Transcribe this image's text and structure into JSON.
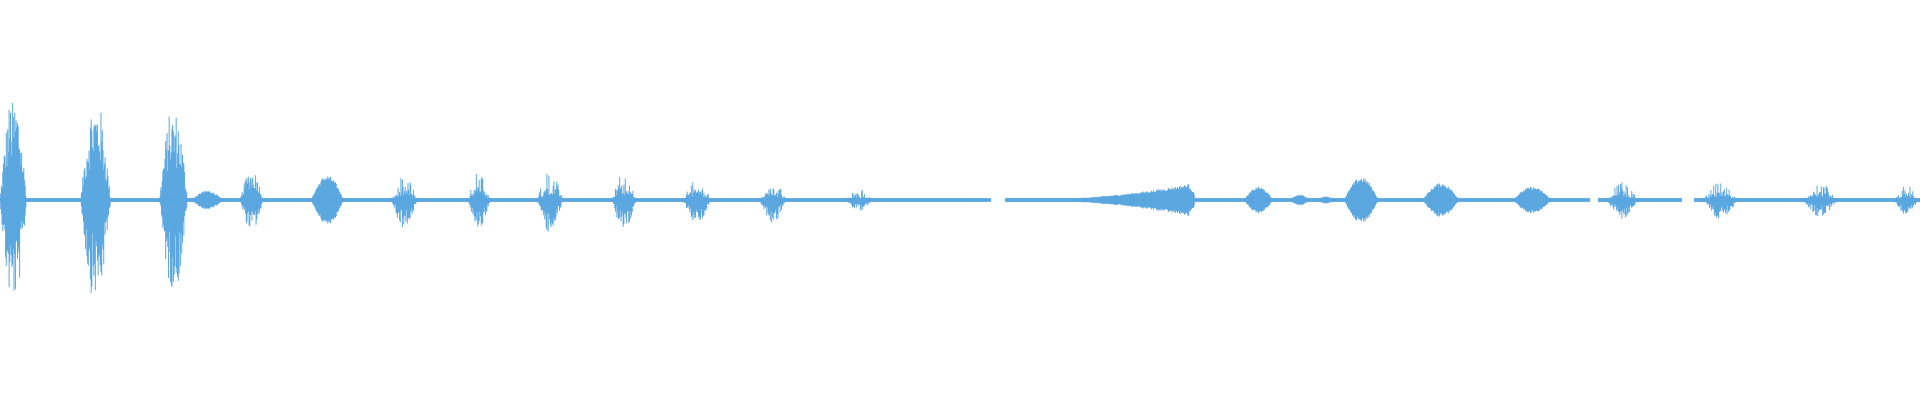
{
  "waveform": {
    "color": "#5aa7e0",
    "duration_units": 100,
    "baseline_amplitude": 0.01,
    "segments": [
      {
        "start": 0.0,
        "end": 1.6,
        "peak": 0.52,
        "shape": "dense"
      },
      {
        "start": 4.2,
        "end": 6.0,
        "peak": 0.5,
        "shape": "dense"
      },
      {
        "start": 8.3,
        "end": 10.0,
        "peak": 0.46,
        "shape": "dense"
      },
      {
        "start": 10.0,
        "end": 11.6,
        "peak": 0.05,
        "shape": "blob"
      },
      {
        "start": 12.5,
        "end": 13.9,
        "peak": 0.15,
        "shape": "dense"
      },
      {
        "start": 16.2,
        "end": 17.9,
        "peak": 0.13,
        "shape": "blob"
      },
      {
        "start": 20.3,
        "end": 21.8,
        "peak": 0.15,
        "shape": "spiky"
      },
      {
        "start": 24.3,
        "end": 25.6,
        "peak": 0.15,
        "shape": "spiky"
      },
      {
        "start": 27.9,
        "end": 29.4,
        "peak": 0.18,
        "shape": "spiky"
      },
      {
        "start": 31.8,
        "end": 33.2,
        "peak": 0.17,
        "shape": "spiky"
      },
      {
        "start": 35.5,
        "end": 37.1,
        "peak": 0.13,
        "shape": "spiky"
      },
      {
        "start": 39.5,
        "end": 41.0,
        "peak": 0.13,
        "shape": "spiky"
      },
      {
        "start": 44.0,
        "end": 45.5,
        "peak": 0.06,
        "shape": "spiky"
      },
      {
        "start": 52.5,
        "end": 62.2,
        "peak": 0.09,
        "shape": "ramp"
      },
      {
        "start": 64.8,
        "end": 66.3,
        "peak": 0.07,
        "shape": "blob"
      },
      {
        "start": 67.2,
        "end": 68.2,
        "peak": 0.03,
        "shape": "blob"
      },
      {
        "start": 68.6,
        "end": 69.5,
        "peak": 0.02,
        "shape": "blob"
      },
      {
        "start": 70.0,
        "end": 71.8,
        "peak": 0.12,
        "shape": "blob"
      },
      {
        "start": 74.1,
        "end": 76.0,
        "peak": 0.09,
        "shape": "blob"
      },
      {
        "start": 78.8,
        "end": 80.8,
        "peak": 0.07,
        "shape": "blob"
      },
      {
        "start": 83.6,
        "end": 85.4,
        "peak": 0.1,
        "shape": "spiky"
      },
      {
        "start": 88.6,
        "end": 90.6,
        "peak": 0.1,
        "shape": "spiky"
      },
      {
        "start": 93.8,
        "end": 95.8,
        "peak": 0.09,
        "shape": "spiky"
      },
      {
        "start": 98.6,
        "end": 100.0,
        "peak": 0.08,
        "shape": "spiky"
      }
    ],
    "gaps": [
      {
        "start": 51.6,
        "end": 52.3
      },
      {
        "start": 82.8,
        "end": 83.2
      },
      {
        "start": 87.6,
        "end": 88.2
      }
    ]
  }
}
